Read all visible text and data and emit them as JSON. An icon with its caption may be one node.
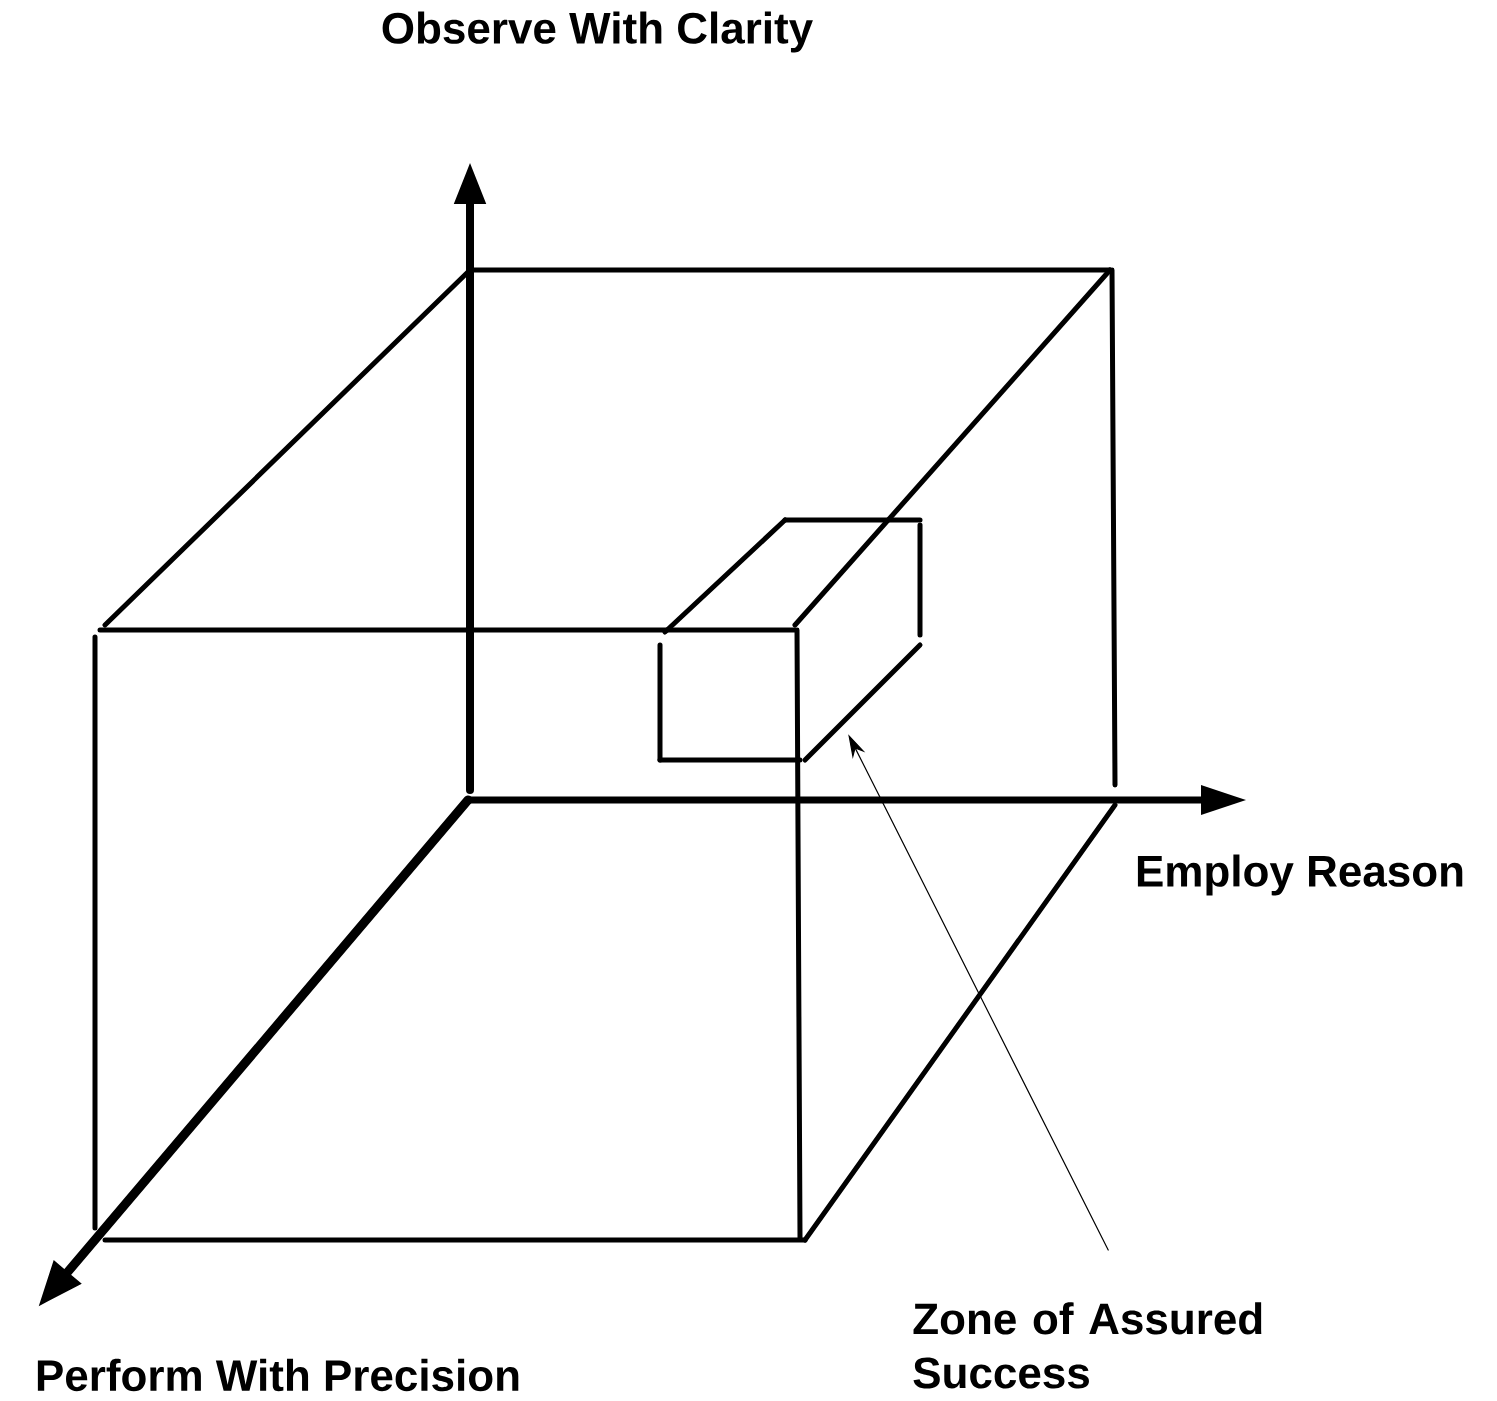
{
  "diagram": {
    "nodes": [
      {
        "text": [
          "Zone of Assured Success"
        ]
      },
      {
        "text": [],
        "shape": "box"
      }
    ],
    "edges": [
      {
        "from": 0,
        "to": 1,
        "arrow": "to"
      }
    ],
    "labels": [
      "Observe With Clarity",
      "Employ Reason",
      "Perform With Precision"
    ]
  }
}
